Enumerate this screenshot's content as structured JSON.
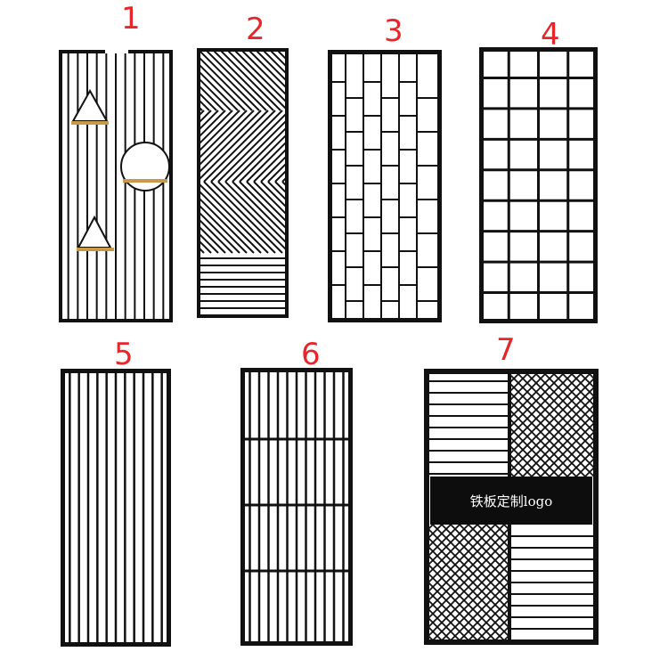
{
  "panels": [
    {
      "number": "1",
      "style": "vertical bars with house-shaped and circular shelves"
    },
    {
      "number": "2",
      "style": "diagonal chevron stripes"
    },
    {
      "number": "3",
      "style": "vertical bars with staggered rungs"
    },
    {
      "number": "4",
      "style": "square grid"
    },
    {
      "number": "5",
      "style": "vertical bars"
    },
    {
      "number": "6",
      "style": "vertical bars with horizontal dividers"
    },
    {
      "number": "7",
      "style": "quadrants of stripes and lattice with logo plate"
    }
  ],
  "logo_plate_text": "铁板定制logo",
  "colors": {
    "label": "#e8262a",
    "frame": "#111111",
    "shelf": "#c79a4a",
    "background": "#ffffff"
  }
}
